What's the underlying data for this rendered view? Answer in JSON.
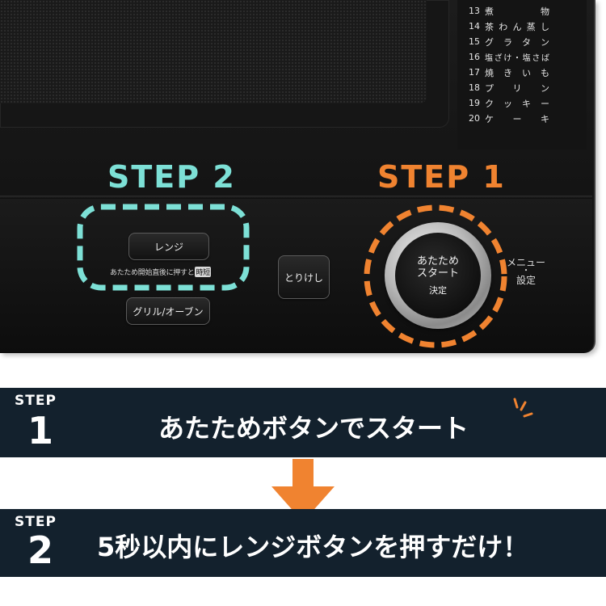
{
  "menu_items": [
    {
      "num": "13",
      "name": "煮物"
    },
    {
      "num": "14",
      "name": "茶わん蒸し"
    },
    {
      "num": "15",
      "name": "グラタン"
    },
    {
      "num": "16",
      "name": "塩ざけ・塩さば"
    },
    {
      "num": "17",
      "name": "焼きいも"
    },
    {
      "num": "18",
      "name": "プリン"
    },
    {
      "num": "19",
      "name": "クッキー"
    },
    {
      "num": "20",
      "name": "ケーキ"
    }
  ],
  "photo_labels": {
    "step2": "STEP 2",
    "step1": "STEP 1"
  },
  "buttons": {
    "range": "レンジ",
    "range_caption": "あたため開始直後に押すと",
    "range_caption_tag": "時短",
    "grill": "グリル/オーブン",
    "cancel": "とりけし",
    "dial_line1": "あたため",
    "dial_line2": "スタート",
    "dial_line3": "決定",
    "menu_line1": "メニュー",
    "menu_dot": "・",
    "menu_line2": "設定"
  },
  "steps": [
    {
      "word": "STEP",
      "num": "1",
      "text": "あたためボタンでスタート"
    },
    {
      "word": "STEP",
      "num": "2",
      "text": "5秒以内にレンジボタンを押すだけ！"
    }
  ],
  "colors": {
    "step1_accent": "#f08330",
    "step2_accent": "#7de0d6",
    "banner_bg": "#13212d",
    "arrow": "#f08330"
  }
}
